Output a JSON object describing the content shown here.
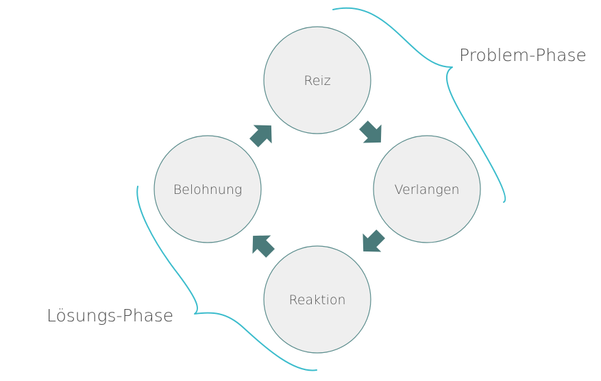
{
  "nodes": {
    "reiz": "Reiz",
    "verlangen": "Verlangen",
    "reaktion": "Reaktion",
    "belohnung": "Belohnung"
  },
  "phases": {
    "problem": "Problem-Phase",
    "loesung": "Lösungs-Phase"
  },
  "colors": {
    "circle_fill": "#efefef",
    "circle_stroke": "#5a8c8c",
    "arrow": "#4a7a7a",
    "bracket": "#3bbccc",
    "text": "#555555"
  }
}
